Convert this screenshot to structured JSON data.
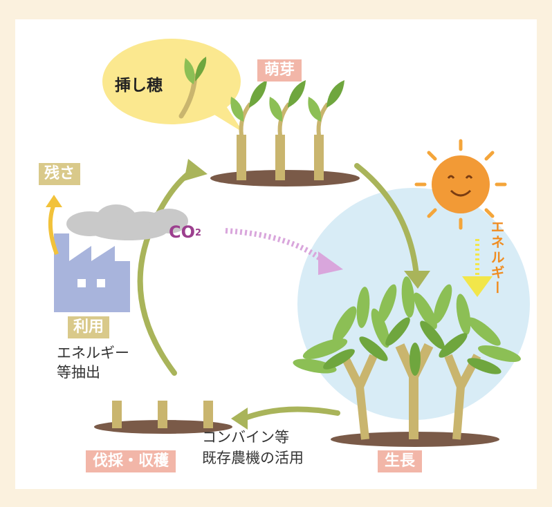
{
  "labels": {
    "cutting": "挿し穂",
    "sprout": "萌芽",
    "residue": "残さ",
    "use": "利用",
    "use_detail": [
      "エネルギー",
      "等抽出"
    ],
    "co2_main": "CO",
    "co2_sub": "2",
    "energy": "エネルギー",
    "harvest": "伐採・収穫",
    "harvest_detail": [
      "コンバイン等",
      "既存農機の活用"
    ],
    "growth": "生長"
  },
  "colors": {
    "background": "#fbf1de",
    "arrow": "#a9b45a",
    "leaf": "#8cbf55",
    "stem": "#c9b56e",
    "soil": "#7a5a48",
    "sun": "#f4a53a",
    "sky_circle": "#d8ecf6",
    "co2_arrow": "#d9a6dc",
    "factory": "#a8b4dc",
    "cloud": "#c8c8c8",
    "speech": "#fbe88f"
  },
  "icons": [
    "sun-icon",
    "factory-icon",
    "smoke-cloud-icon",
    "tree-icon",
    "cutting-icon"
  ]
}
